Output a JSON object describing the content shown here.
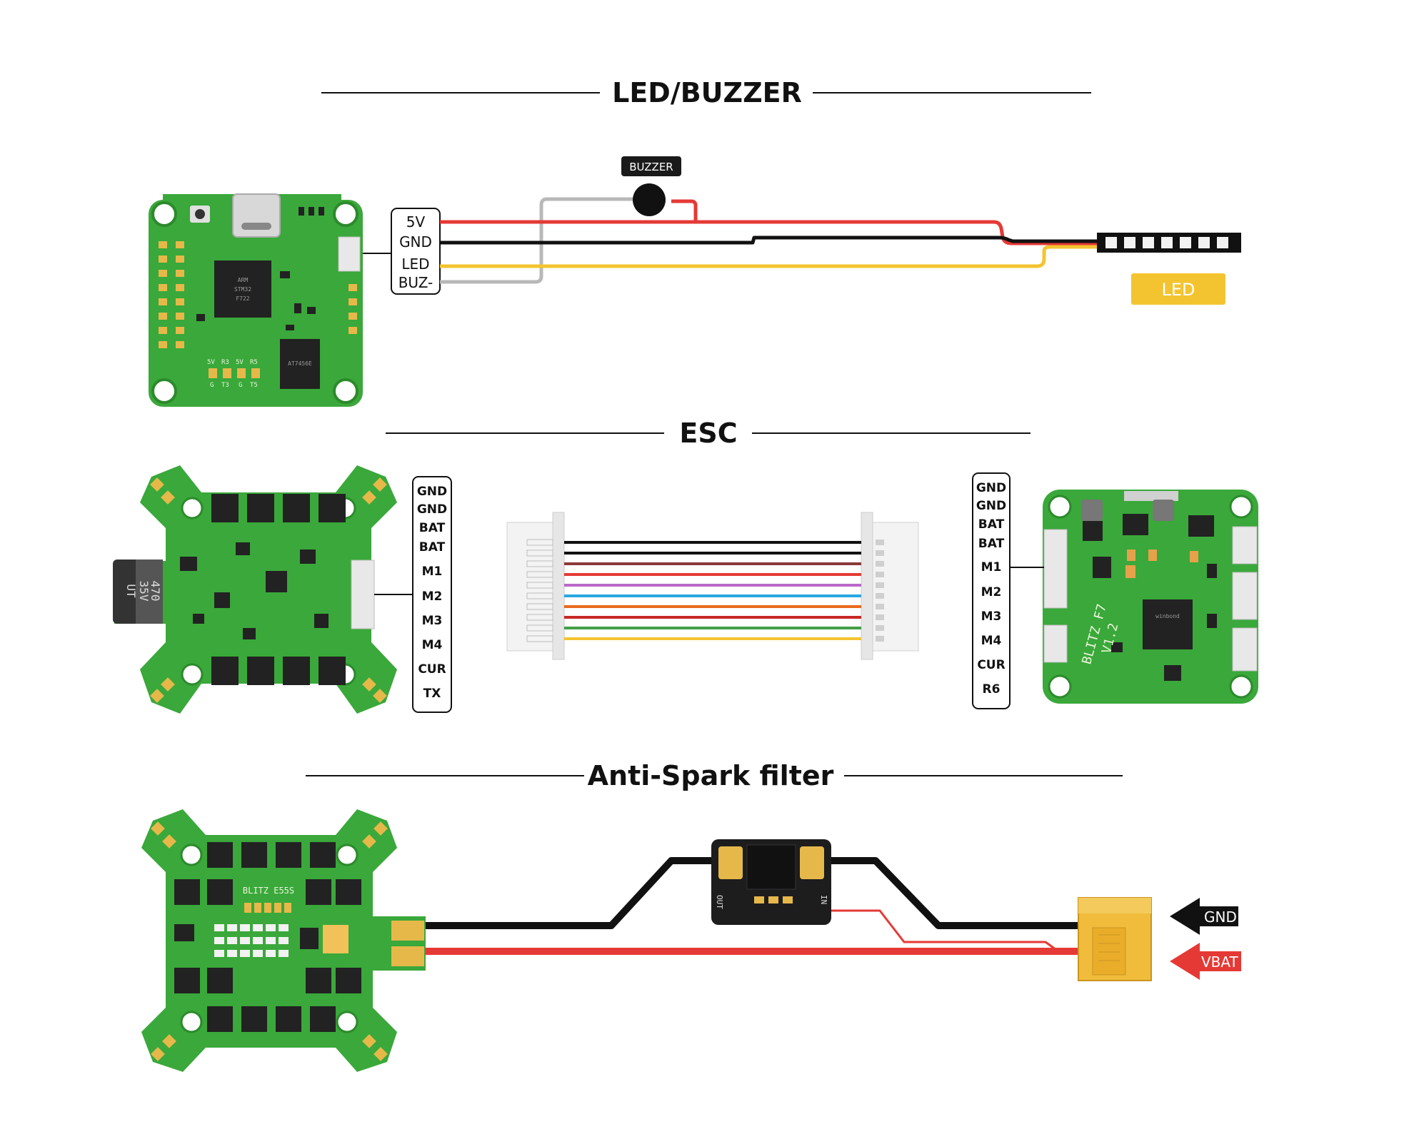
{
  "sections": {
    "led_buzzer": {
      "title": "LED/BUZZER"
    },
    "esc": {
      "title": "ESC"
    },
    "antispark": {
      "title": "Anti-Spark filter"
    }
  },
  "fc_connector": {
    "pins": [
      "5V",
      "GND",
      "LED",
      "BUZ-"
    ],
    "pin_colors": [
      "#e53935",
      "#111111",
      "#111111",
      "#111111"
    ]
  },
  "buzzer": {
    "label": "BUZZER"
  },
  "led": {
    "label": "LED"
  },
  "fc_board": {
    "chip_text": [
      "ARM",
      "STM32",
      "F722"
    ],
    "chip2_text": [
      "AT7456E"
    ],
    "pad_labels": [
      "5V",
      "R3",
      "5V",
      "R5"
    ],
    "pad_labels2": [
      "G",
      "T3",
      "G",
      "T5"
    ]
  },
  "esc_left": {
    "pins": [
      "GND",
      "GND",
      "BAT",
      "BAT",
      "M1",
      "M2",
      "M3",
      "M4",
      "CUR",
      "TX"
    ],
    "pin_colors": [
      "#111111",
      "#111111",
      "#e53935",
      "#e53935",
      "#111111",
      "#111111",
      "#111111",
      "#111111",
      "#111111",
      "#111111"
    ],
    "cap_text": [
      "470",
      "35V",
      "UT"
    ]
  },
  "esc_right": {
    "pins": [
      "GND",
      "GND",
      "BAT",
      "BAT",
      "M1",
      "M2",
      "M3",
      "M4",
      "CUR",
      "R6"
    ],
    "pin_colors": [
      "#111111",
      "#111111",
      "#e53935",
      "#e53935",
      "#111111",
      "#111111",
      "#111111",
      "#111111",
      "#111111",
      "#111111"
    ],
    "board_text": [
      "BLITZ F7",
      "V1.2"
    ],
    "chip_text": [
      "winbond"
    ]
  },
  "ribbon": {
    "wire_colors": [
      "#111111",
      "#111111",
      "#8b3a3a",
      "#e53935",
      "#ba68c8",
      "#29a8e0",
      "#e86a1e",
      "#c62828",
      "#43a047",
      "#f4c430"
    ]
  },
  "antispark_parts": {
    "esc_text": [
      "BLITZ E55S"
    ],
    "filter_labels": [
      "OUT",
      "IN"
    ],
    "gnd_label": "GND",
    "vbat_label": "VBAT"
  },
  "colors": {
    "pcb_green": "#3aa83a",
    "wire_red": "#e53935",
    "wire_black": "#111111",
    "wire_yellow": "#f4c430",
    "wire_gray": "#b8b8b8",
    "xt60_yellow": "#f1bc3c",
    "led_tag": "#f4c430"
  }
}
